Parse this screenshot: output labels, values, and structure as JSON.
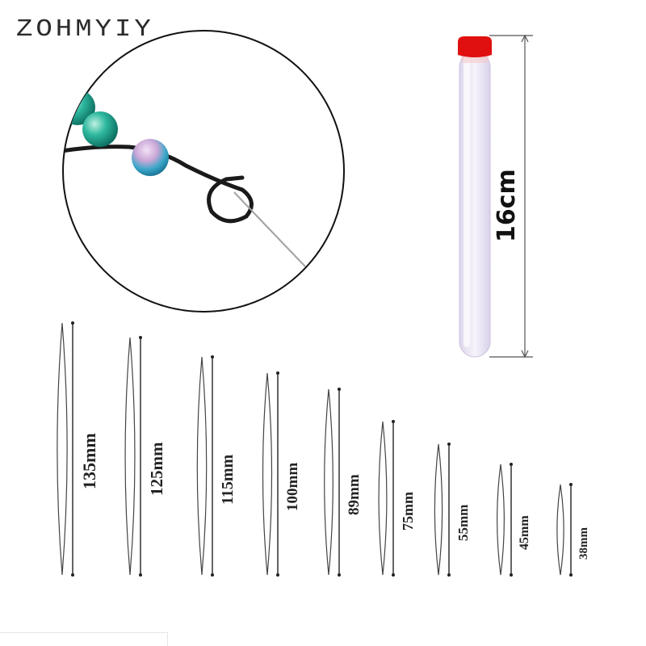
{
  "brand": {
    "name": "ZOHMYIY"
  },
  "tube": {
    "length_label": "16cm",
    "cap_color": "#e01010",
    "tube_color": "#efeaf7"
  },
  "beads": {
    "colors": [
      "#2fb9a0",
      "#3aa7c8",
      "#c9a6d6"
    ]
  },
  "needles": [
    {
      "label": "135mm"
    },
    {
      "label": "125mm"
    },
    {
      "label": "115mm"
    },
    {
      "label": "100mm"
    },
    {
      "label": "89mm"
    },
    {
      "label": "75mm"
    },
    {
      "label": "55mm"
    },
    {
      "label": "45mm"
    },
    {
      "label": "38mm"
    }
  ]
}
